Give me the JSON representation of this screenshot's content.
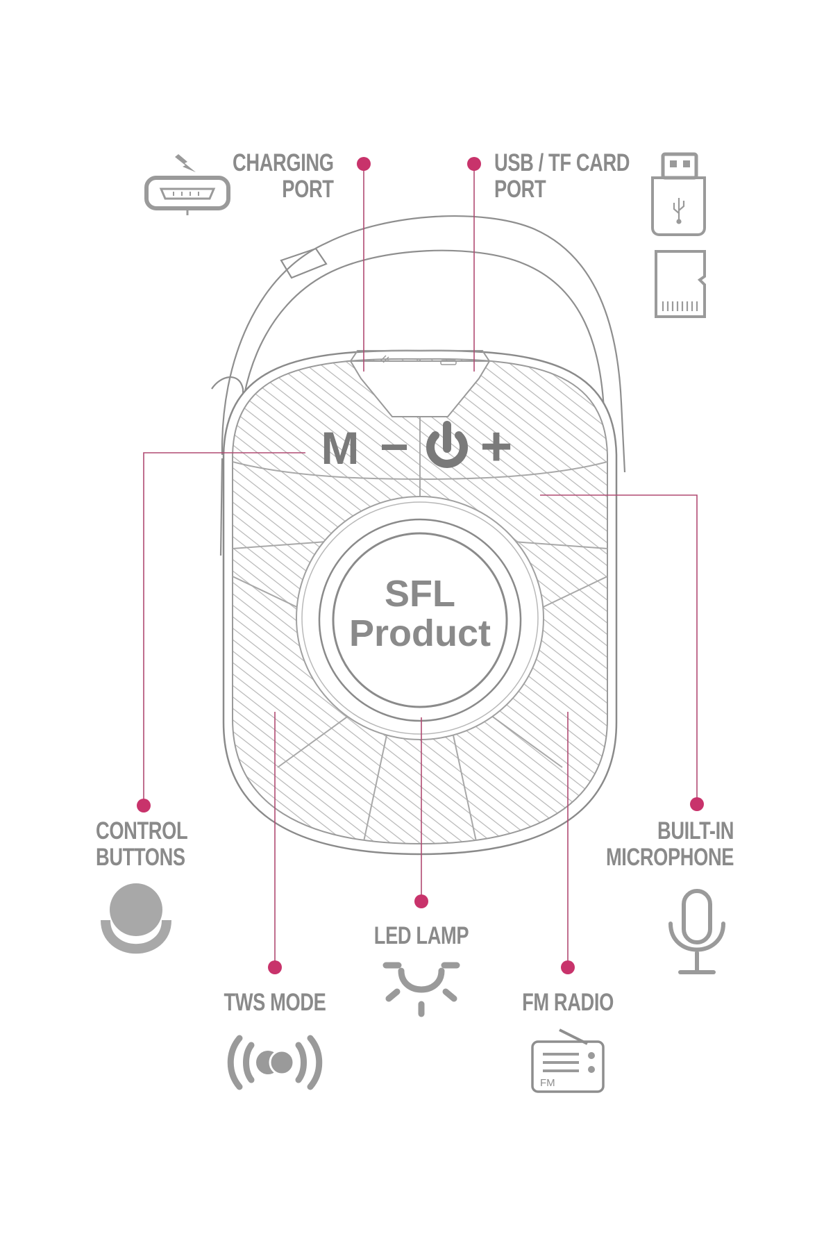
{
  "product": {
    "brand_line1": "SFL",
    "brand_line2": "Product"
  },
  "buttons": {
    "mode": "M",
    "minus": "−",
    "plus": "+"
  },
  "callouts": {
    "charging_port": {
      "line1": "CHARGING",
      "line2": "PORT"
    },
    "usb_tf_port": {
      "line1": "USB / TF CARD",
      "line2": "PORT"
    },
    "control_buttons": {
      "line1": "CONTROL",
      "line2": "BUTTONS"
    },
    "built_in_microphone": {
      "line1": "BUILT-IN",
      "line2": "MICROPHONE"
    },
    "led_lamp": {
      "line1": "LED LAMP"
    },
    "tws_mode": {
      "line1": "TWS MODE"
    },
    "fm_radio": {
      "line1": "FM RADIO",
      "badge": "FM"
    }
  },
  "colors": {
    "accent": "#c8336b",
    "label_gray": "#8a8a8a",
    "icon_gray": "#9a9a9a",
    "outline": "#888888"
  },
  "icons": [
    "micro-usb-port-icon",
    "lightning-bolt-icon",
    "usb-drive-icon",
    "micro-sd-card-icon",
    "button-icon",
    "lamp-icon",
    "tws-icon",
    "radio-icon",
    "microphone-icon",
    "power-icon"
  ]
}
